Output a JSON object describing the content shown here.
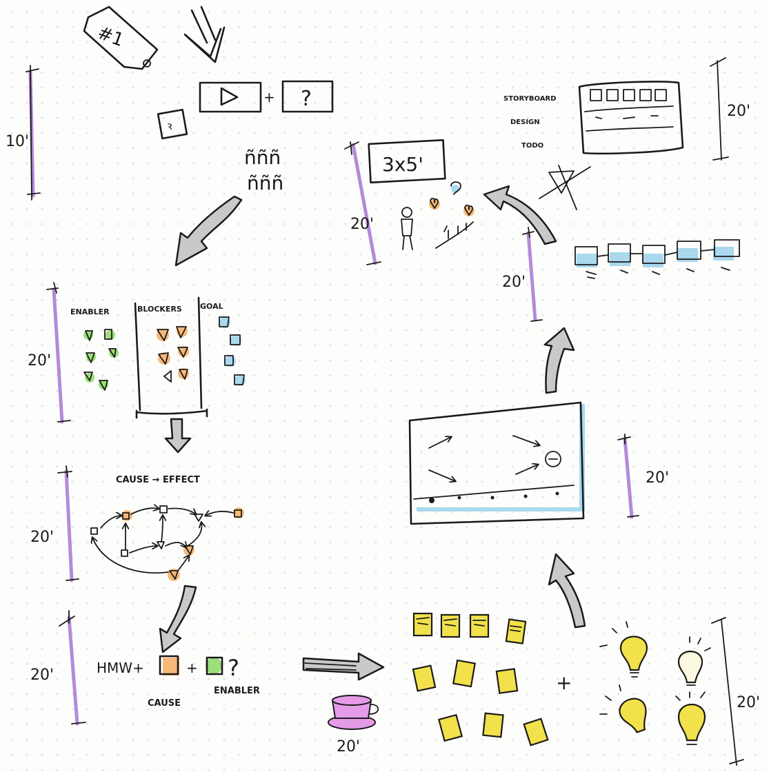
{
  "tag_label": "#1",
  "session": {
    "question_mark": "?",
    "people": "ñññ"
  },
  "stage_1": {
    "duration": "10'",
    "columns": [
      "ENABLER",
      "BLOCKERS",
      "GOAL"
    ]
  },
  "stage_2": {
    "duration": "20'"
  },
  "stage_3": {
    "duration": "20'",
    "title": "CAUSE → EFFECT"
  },
  "stage_4": {
    "duration": "20'",
    "formula_prefix": "HMW+",
    "formula_plus": "+",
    "formula_question": "?",
    "cause_label": "CAUSE",
    "enabler_label": "ENABLER"
  },
  "break": {
    "duration": "20'"
  },
  "ideas": {
    "duration": "20'",
    "plus": "+"
  },
  "voting": {
    "duration": "20'"
  },
  "prototype": {
    "duration": "20'"
  },
  "test": {
    "duration": "20'",
    "box_label": "3x5'"
  },
  "final": {
    "duration": "20'",
    "items": [
      "STORYBOARD",
      "DESIGN",
      "TODO"
    ]
  },
  "colors": {
    "ink": "#1a1a1a",
    "timeline": "#b48ad8",
    "enabler": "#9bde7a",
    "blocker": "#f6b97a",
    "goal": "#a9d8ef",
    "idea": "#f2e14a",
    "cup": "#e69be8"
  }
}
